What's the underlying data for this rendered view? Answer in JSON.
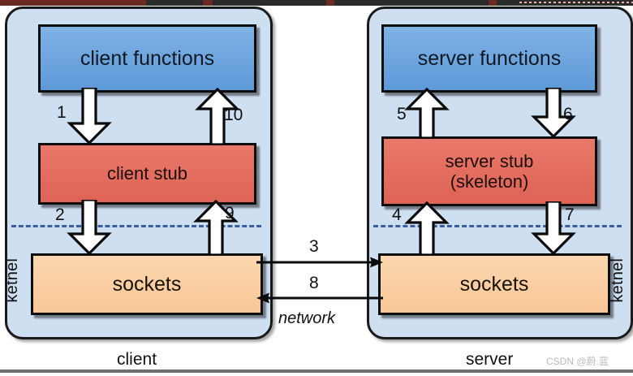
{
  "diagram": {
    "title": "RPC client-server stub/socket call flow",
    "client": {
      "host_label": "client",
      "kernel_label": "ketnel",
      "boxes": {
        "functions": "client functions",
        "stub": "client stub",
        "sockets": "sockets"
      },
      "steps": {
        "fn_to_stub": "1",
        "stub_to_sockets": "2",
        "sockets_to_stub": "9",
        "stub_to_fn": "10"
      }
    },
    "server": {
      "host_label": "server",
      "kernel_label": "ketnel",
      "boxes": {
        "functions": "server functions",
        "stub_line1": "server stub",
        "stub_line2": "(skeleton)",
        "sockets": "sockets"
      },
      "steps": {
        "stub_to_fn": "5",
        "fn_to_stub": "6",
        "stub_to_sockets": "7",
        "sockets_to_stub": "4"
      }
    },
    "network": {
      "label": "network",
      "request_step": "3",
      "reply_step": "8"
    },
    "watermark": "CSDN @蔚.蓝",
    "colors": {
      "host_fill": "#cfdff2",
      "functions_fill": "#6ba3de",
      "stub_fill": "#e16b5c",
      "sockets_fill": "#f9cd9f",
      "kernel_dash": "#3b5f9e",
      "outline": "#0d0d0d"
    }
  }
}
